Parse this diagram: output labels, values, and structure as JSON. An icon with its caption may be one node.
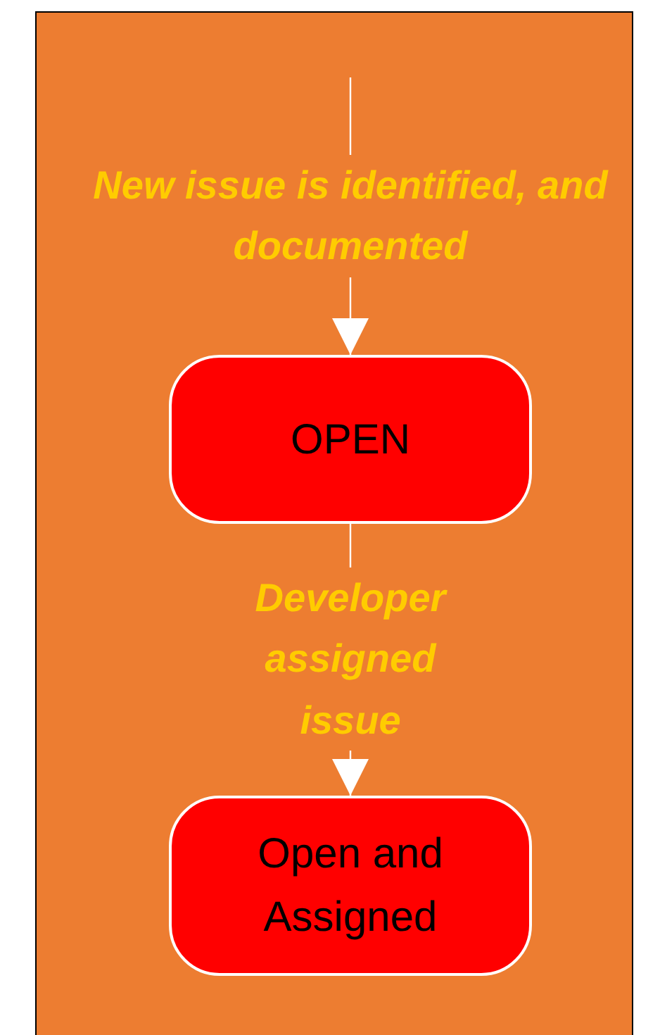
{
  "diagram": {
    "nodes": [
      {
        "text": [
          "OPEN"
        ]
      },
      {
        "text": [
          "Open and Assigned"
        ]
      }
    ],
    "edges": [
      {
        "from": null,
        "to": 0,
        "arrow": "to",
        "label": "New issue is identified, and documented"
      },
      {
        "from": 0,
        "to": 1,
        "arrow": "to",
        "label": "Developer assigned issue"
      }
    ]
  }
}
